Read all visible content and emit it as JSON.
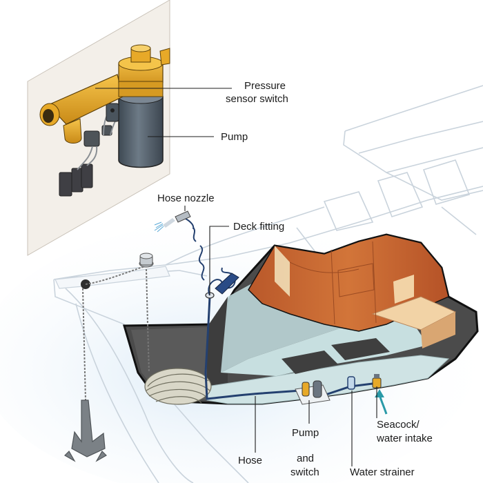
{
  "labels": {
    "pressure_sensor_switch": [
      "Pressure",
      "sensor switch"
    ],
    "pump": "Pump",
    "hose_nozzle": "Hose nozzle",
    "deck_fitting": "Deck fitting",
    "hose": "Hose",
    "pump_and_switch": [
      "Pump",
      "and",
      "switch"
    ],
    "water_strainer": "Water strainer",
    "seacock_water_intake": [
      "Seacock/",
      "water intake"
    ]
  },
  "colors": {
    "background": "#ffffff",
    "boat_outline": "#c9d3dc",
    "hull_shadow": "#e6f1fa",
    "hull_interior_dark": "#4b4b4b",
    "deck_floor": "#cfe3e4",
    "wood": "#c8672f",
    "wood_light": "#f2d3a6",
    "pump_body": "#55626e",
    "sensor_brass": "#e7a928",
    "mount_panel": "#f3efe9",
    "hose_blue": "#24406f",
    "intake_arrow": "#2a9aa8",
    "leader_line": "#1b1b1b",
    "anchor": "#7b8186"
  },
  "icons": [
    "anchor-icon",
    "windlass-icon",
    "spray-nozzle-icon",
    "water-intake-arrow-icon"
  ]
}
